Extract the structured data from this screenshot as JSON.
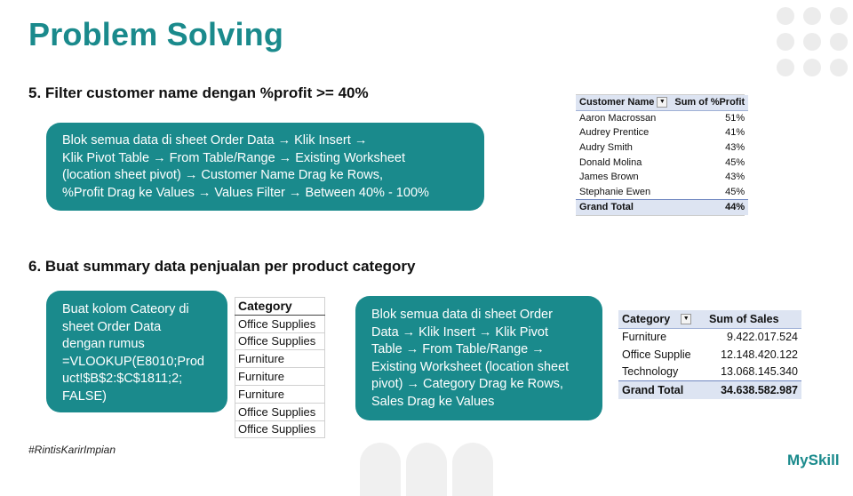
{
  "title": "Problem Solving",
  "section5": {
    "heading": "5. Filter customer name dengan %profit >= 40%",
    "bubble_lines": [
      "Blok semua data di sheet Order Data → Klik Insert →",
      "Klik Pivot Table → From Table/Range → Existing Worksheet",
      "(location sheet pivot) → Customer Name Drag ke Rows,",
      "%Profit Drag ke Values  → Values Filter →  Between  40%  - 100%"
    ],
    "pivot": {
      "col1": "Customer Name",
      "col2": "Sum of %Profit",
      "rows": [
        {
          "name": "Aaron Macrossan",
          "value": "51%"
        },
        {
          "name": "Audrey Prentice",
          "value": "41%"
        },
        {
          "name": "Audry Smith",
          "value": "43%"
        },
        {
          "name": "Donald Molina",
          "value": "45%"
        },
        {
          "name": "James Brown",
          "value": "43%"
        },
        {
          "name": "Stephanie Ewen",
          "value": "45%"
        }
      ],
      "total_label": "Grand Total",
      "total_value": "44%"
    }
  },
  "section6": {
    "heading": "6. Buat summary data penjualan per product category",
    "bubble_left_lines": [
      "Buat kolom  Cateory di",
      "sheet Order Data",
      "dengan rumus",
      "=VLOOKUP(E8010;Prod",
      "uct!$B$2:$C$1811;2;",
      "FALSE)"
    ],
    "category_column": {
      "header": "Category",
      "values": [
        "Office Supplies",
        "Office Supplies",
        "Furniture",
        "Furniture",
        "Furniture",
        "Office Supplies",
        "Office Supplies"
      ]
    },
    "bubble_right_lines": [
      "Blok semua data di sheet Order",
      "Data → Klik Insert  →  Klik Pivot",
      "Table → From Table/Range →",
      "Existing Worksheet (location sheet",
      "pivot) → Category Drag ke Rows,",
      "Sales Drag ke Values"
    ],
    "sales_pivot": {
      "col1": "Category",
      "col2": "Sum of Sales",
      "rows": [
        {
          "name": "Furniture",
          "value": "9.422.017.524"
        },
        {
          "name": "Office Supplie",
          "value": "12.148.420.122"
        },
        {
          "name": "Technology",
          "value": "13.068.145.340"
        }
      ],
      "total_label": "Grand Total",
      "total_value": "34.638.582.987"
    }
  },
  "footer": {
    "hashtag": "#RintisKarirImpian",
    "logo": "MySkill"
  },
  "colors": {
    "accent": "#1a8a8c",
    "pivot_header": "#dde4f2"
  },
  "icons": {
    "filter": "filter-icon",
    "dropdown": "dropdown-icon"
  }
}
